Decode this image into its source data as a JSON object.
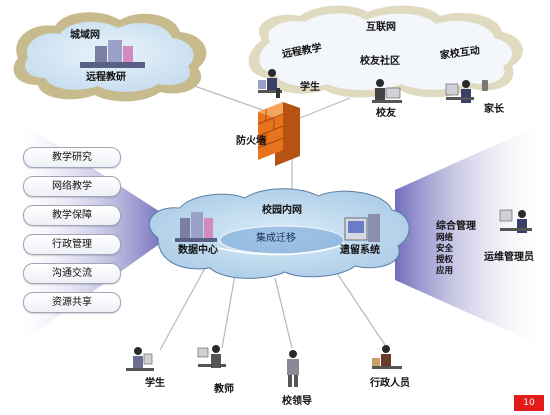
{
  "regions": {
    "wan": "城域网",
    "internet": "互联网",
    "campus": "校园内网"
  },
  "wan_caption": "远程教研",
  "internet_tags": [
    "远程教学",
    "校友社区",
    "家校互动"
  ],
  "firewall": "防火墙",
  "internet_users": [
    "学生",
    "校友",
    "家长"
  ],
  "functions": [
    "教学研究",
    "网络教学",
    "教学保障",
    "行政管理",
    "沟通交流",
    "资源共享"
  ],
  "campus_nodes": {
    "data_center": "数据中心",
    "integration": "集成迁移",
    "legacy": "遗留系统"
  },
  "management": {
    "title": "综合管理",
    "items": [
      "网络",
      "安全",
      "授权",
      "应用"
    ],
    "operator": "运维管理员"
  },
  "bottom_users": [
    "学生",
    "教师",
    "校领导",
    "行政人员"
  ],
  "page_number": "10",
  "colors": {
    "cloud_fill": "#cfe3f3",
    "cloud_edge": "#7d8a98",
    "cloud_outline": "#c7bb8d",
    "funnel": "#6b66b8",
    "firewall": "#e8731c",
    "badge": "#e31b1b"
  }
}
